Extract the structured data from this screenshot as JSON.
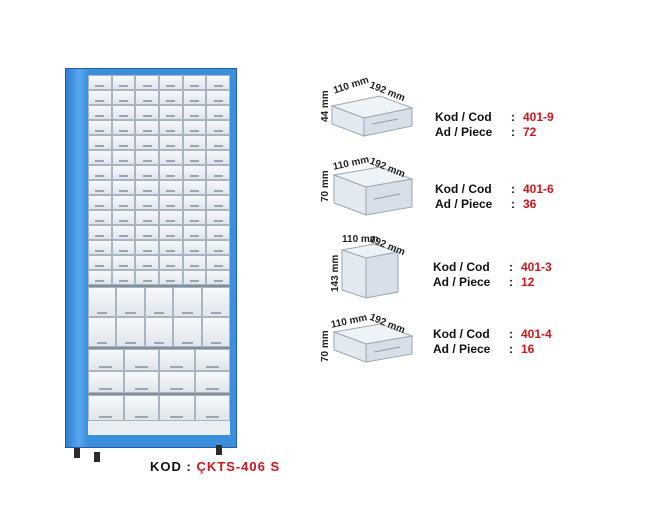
{
  "cabinet": {
    "code_label": "KOD :",
    "code_value": "ÇKTS-406 S"
  },
  "bins": [
    {
      "height": "44 mm",
      "width": "110 mm",
      "depth": "192 mm",
      "kod_label": "Kod / Cod",
      "kod_value": "401-9",
      "ad_label": "Ad / Piece",
      "ad_value": "72"
    },
    {
      "height": "70 mm",
      "width": "110 mm",
      "depth": "192 mm",
      "kod_label": "Kod / Cod",
      "kod_value": "401-6",
      "ad_label": "Ad / Piece",
      "ad_value": "36"
    },
    {
      "height": "143 mm",
      "width": "110 mm",
      "depth": "192 mm",
      "kod_label": "Kod / Cod",
      "kod_value": "401-3",
      "ad_label": "Ad / Piece",
      "ad_value": "12"
    },
    {
      "height": "70 mm",
      "width": "110 mm",
      "depth": "192 mm",
      "kod_label": "Kod / Cod",
      "kod_value": "401-4",
      "ad_label": "Ad / Piece",
      "ad_value": "16"
    }
  ],
  "separator": ":",
  "colors": {
    "cabinet_blue": "#3b8fdd",
    "code_red": "#d1151b"
  }
}
